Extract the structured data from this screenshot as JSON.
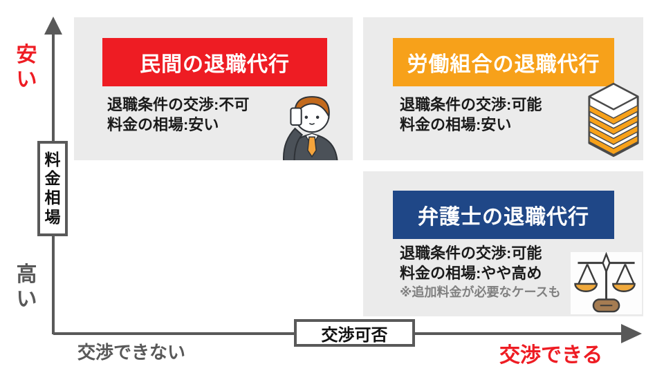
{
  "diagram": {
    "y_axis": {
      "top_label": "安い",
      "bottom_label": "高い",
      "title": "料金相場"
    },
    "x_axis": {
      "left_label": "交渉できない",
      "right_label": "交渉できる",
      "title": "交渉可否"
    },
    "cards": {
      "private": {
        "title": "民間の退職代行",
        "line1": "退職条件の交渉:不可",
        "line2": "料金の相場:安い",
        "icon": "businessman-phone-icon",
        "header_color": "#ee1c23"
      },
      "union": {
        "title": "労働組合の退職代行",
        "line1": "退職条件の交渉:可能",
        "line2": "料金の相場:安い",
        "icon": "stacked-layers-icon",
        "header_color": "#f7a11a"
      },
      "lawyer": {
        "title": "弁護士の退職代行",
        "line1": "退職条件の交渉:可能",
        "line2": "料金の相場:やや高め",
        "note": "※追加料金が必要なケースも",
        "icon": "scales-of-justice-icon",
        "header_color": "#1f4787"
      }
    },
    "colors": {
      "card_bg": "#ebebeb",
      "axis_gray": "#595959",
      "accent_red": "#ee1c23",
      "accent_orange": "#f7a11a",
      "accent_navy": "#1f4787",
      "note_gray": "#808080"
    }
  }
}
